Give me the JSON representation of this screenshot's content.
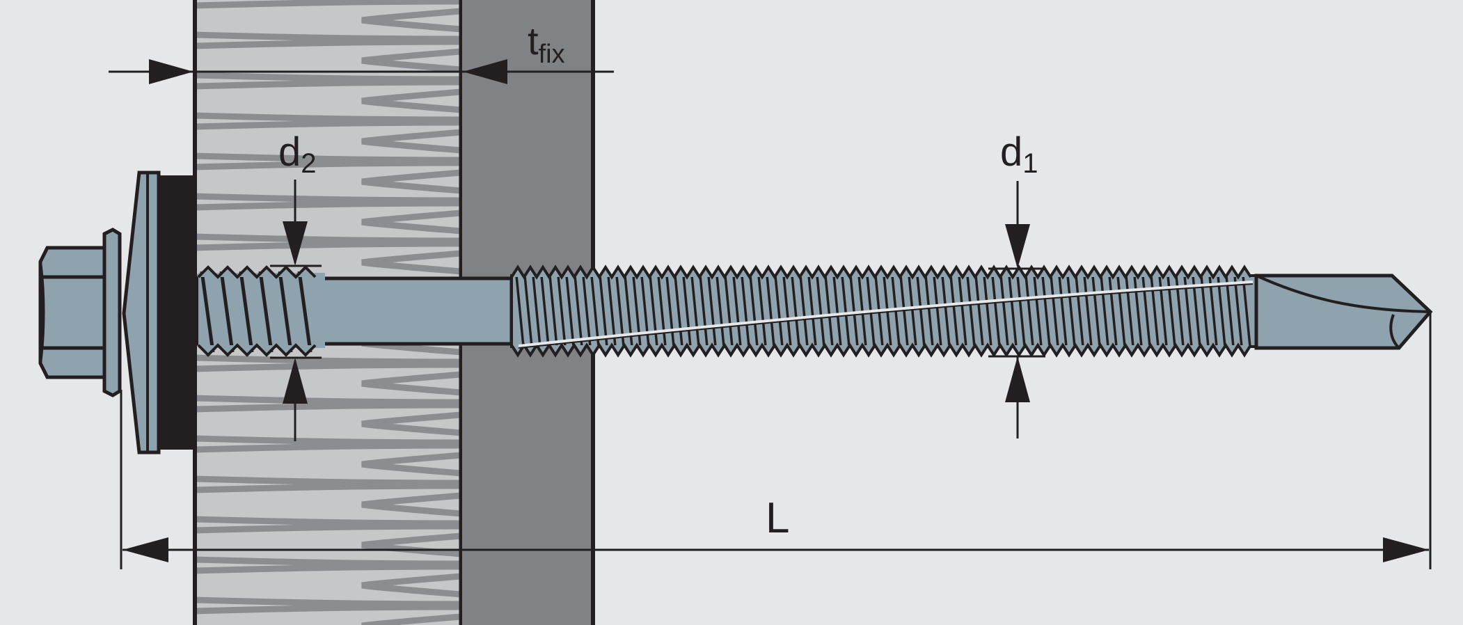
{
  "labels": {
    "t_fix": {
      "main": "t",
      "sub": "fix"
    },
    "d_2": {
      "main": "d",
      "sub": "2"
    },
    "d_1": {
      "main": "d",
      "sub": "1"
    },
    "length": {
      "main": "L"
    }
  },
  "colors": {
    "background": "#e6e7e8",
    "insulation": "#c6c7c8",
    "insulation_lines": "#8b8d90",
    "steel_plate": "#808285",
    "fastener_steel": "#8fa3ae",
    "washer_seal": "#231f20",
    "outline": "#231f20"
  }
}
